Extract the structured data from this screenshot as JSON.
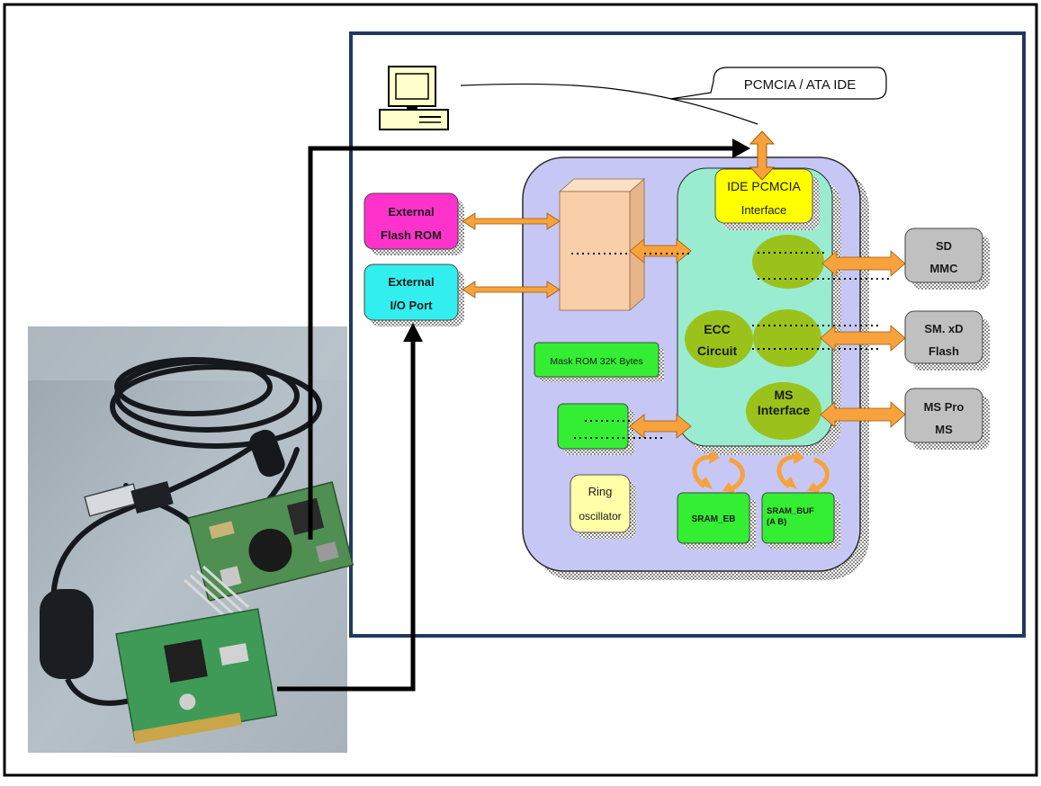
{
  "diagram": {
    "host_link_label": "PCMCIA / ATA IDE",
    "blocks": {
      "ext_flash": [
        "External",
        "Flash ROM"
      ],
      "ext_io": [
        "External",
        "I/O Port"
      ],
      "ide": [
        "IDE PCMCIA",
        "Interface"
      ],
      "ecc": [
        "ECC",
        "Circuit"
      ],
      "ms_if": [
        "MS",
        "Interface"
      ],
      "mask_rom": "Mask ROM 32K Bytes",
      "ring": [
        "Ring",
        "oscillator"
      ],
      "sram_eb": "SRAM_EB",
      "sram_buf": [
        "SRAM_BUF",
        "(A B)"
      ],
      "sd": [
        "SD",
        "MMC"
      ],
      "sm": [
        "SM. xD",
        "Flash"
      ],
      "mspro": [
        "MS Pro",
        "MS"
      ]
    },
    "icons": [
      "computer-icon",
      "usb-card-reader-photo"
    ],
    "colors": {
      "frame_border": "#1f3a5c",
      "chip_body": "#c7c7f5",
      "core_body": "#99ecd0",
      "ide_block": "#ffff00",
      "ext_flash": "#ff33cc",
      "ext_io": "#33eeee",
      "green_block": "#33ee33",
      "olive_ellipse": "#9ac21b",
      "card_slot": "#c0c0c0",
      "bus_arrow": "#f7a23c",
      "ring_osc": "#ffffa8",
      "buffer_block": "#f9cfaa"
    }
  }
}
